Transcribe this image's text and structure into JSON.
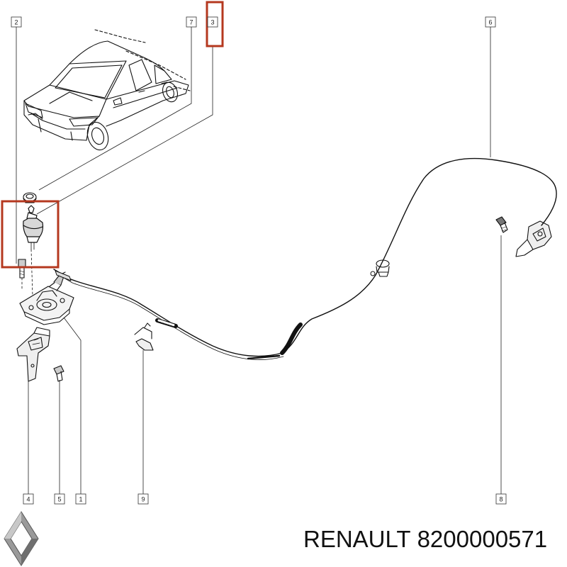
{
  "diagram": {
    "callouts": [
      "1",
      "2",
      "3",
      "4",
      "5",
      "6",
      "7",
      "8",
      "9"
    ],
    "highlighted_callouts": [
      "3"
    ],
    "highlight_color": "#b5381f"
  },
  "footer": {
    "brand": "RENAULT",
    "part_number": "8200000571"
  }
}
